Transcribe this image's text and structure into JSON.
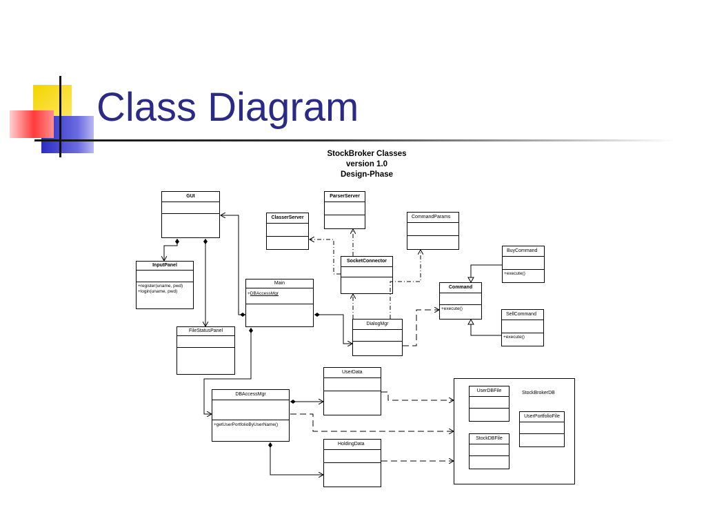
{
  "slide": {
    "title": "Class Diagram"
  },
  "diagram": {
    "header": [
      "StockBroker Classes",
      "version 1.0",
      "Design-Phase"
    ],
    "classes": {
      "gui": {
        "name": "GUI"
      },
      "inputpanel": {
        "name": "InputPanel",
        "ops": [
          "+register(uname, pwd)",
          "+login(uname, pwd)"
        ]
      },
      "filestatuspanel": {
        "name": "FileStatusPanel"
      },
      "main": {
        "name": "Main",
        "attr_prefix": "+",
        "attr_name": "DBAccessMgr"
      },
      "classerserver": {
        "name": "ClasserServer"
      },
      "parserserver": {
        "name": "ParserServer"
      },
      "socketconnector": {
        "name": "SocketConnector"
      },
      "commandparams": {
        "name": "CommandParams"
      },
      "buycommand": {
        "name": "BuyCommand",
        "ops": [
          "+execute()"
        ]
      },
      "command": {
        "name": "Command",
        "ops": [
          "+execute()"
        ]
      },
      "sellcommand": {
        "name": "SellCommand",
        "ops": [
          "+execute()"
        ]
      },
      "dialogmgr": {
        "name": "DialogMgr"
      },
      "dbaccessmgr": {
        "name": "DBAccessMgr",
        "ops": [
          "+getUserPortfolioByUserName()"
        ]
      },
      "userdata": {
        "name": "UserData"
      },
      "holdingdata": {
        "name": "HoldingData"
      },
      "userdbfile": {
        "name": "UserDBFile"
      },
      "userportfoliofile": {
        "name": "UserPortfolioFile"
      },
      "stockdbfile": {
        "name": "StockDBFile"
      }
    },
    "package": {
      "name": "StockBrokerDB"
    }
  },
  "colors": {
    "title": "#2b2a86",
    "deco_yellow": "#f5d800",
    "deco_blue": "#3535c8",
    "deco_red": "#ff3b3b",
    "rule": "#222222"
  }
}
